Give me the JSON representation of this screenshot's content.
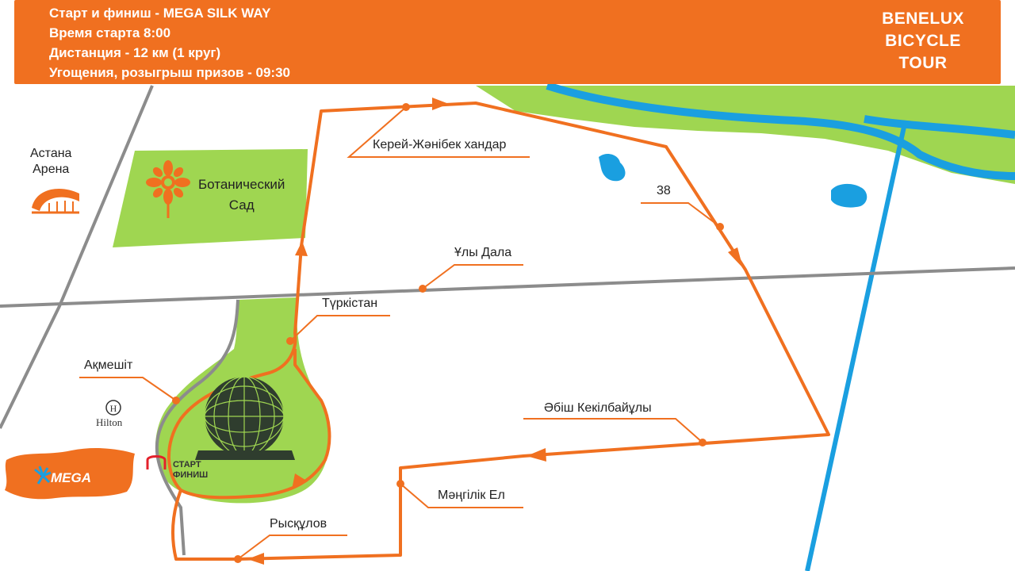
{
  "header": {
    "lines": [
      "Старт и финиш - MEGA SILK WAY",
      "Время старта 8:00",
      "Дистанция - 12 км (1 круг)",
      "Угощения, розыгрыш призов - 09:30"
    ]
  },
  "brand": {
    "line1": "BENELUX",
    "line2": "BICYCLE",
    "line3": "TOUR"
  },
  "landmarks": {
    "astana_arena_line1": "Астана",
    "astana_arena_line2": "Арена",
    "botanical_line1": "Ботанический",
    "botanical_line2": "Сад",
    "hilton": "Hilton",
    "mega": "MEGA",
    "start_line1": "СТАРТ",
    "start_line2": "ФИНИШ"
  },
  "streets": {
    "kerei": "Керей-Жәнібек хандар",
    "route38": "38",
    "uly_dala": "Ұлы Дала",
    "turkistan": "Түркістан",
    "akmeshit": "Ақмешіт",
    "abish": "Әбіш Кекілбайұлы",
    "mangilik": "Мәңгілік Ел",
    "ryskulov": "Рысқұлов"
  },
  "colors": {
    "route": "#f07020",
    "park": "#9fd651",
    "water": "#1a9fe0",
    "road": "#8c8c8c"
  }
}
